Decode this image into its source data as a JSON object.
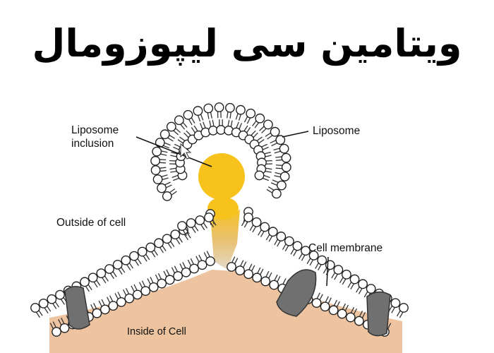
{
  "title": "ویتامین سی لیپوزومال",
  "labels": {
    "liposome_inclusion": "Liposome\ninclusion",
    "liposome": "Liposome",
    "outside_cell": "Outside of cell",
    "cell_membrane": "Cell membrane",
    "inside_cell": "Inside of Cell"
  },
  "colors": {
    "cytoplasm": "#eec4a0",
    "inclusion": "#f7c21c",
    "lipid_head": "#ffffff",
    "head_outline": "#222222",
    "protein": "#707070"
  }
}
